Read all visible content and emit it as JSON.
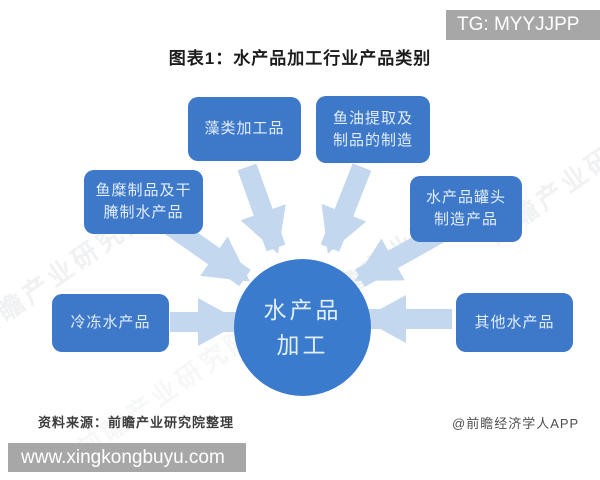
{
  "colors": {
    "node-blue": "#3d78c9",
    "circle-blue": "#3b7bce",
    "arrow-blue": "#c3d7ef",
    "bar-gray": "#a7a7a7",
    "title-color": "#1c1c1c",
    "box-text": "#e3eefb",
    "footer-color": "#3d3d3d",
    "credit-color": "#4f4f4f",
    "watermark-color": "#9aa4b0"
  },
  "overlay": {
    "top_badge": "TG: MYYJJPP",
    "bottom_badge": "www.xingkongbuyu.com"
  },
  "title": "图表1：水产品加工行业产品类别",
  "diagram": {
    "center": {
      "lines": [
        "水产品",
        "加工"
      ]
    },
    "nodes": [
      {
        "id": "algae",
        "lines": [
          "藻类加工品"
        ]
      },
      {
        "id": "fish-oil",
        "lines": [
          "鱼油提取及",
          "制品的制造"
        ]
      },
      {
        "id": "surimi",
        "lines": [
          "鱼糜制品及干",
          "腌制水产品"
        ]
      },
      {
        "id": "canned",
        "lines": [
          "水产品罐头",
          "制造产品"
        ]
      },
      {
        "id": "frozen",
        "lines": [
          "冷冻水产品"
        ]
      },
      {
        "id": "other",
        "lines": [
          "其他水产品"
        ]
      }
    ]
  },
  "footer": {
    "source": "资料来源：前瞻产业研究院整理",
    "credit": "@前瞻经济学人APP"
  },
  "watermark": {
    "text": "前瞻产业研究院"
  }
}
